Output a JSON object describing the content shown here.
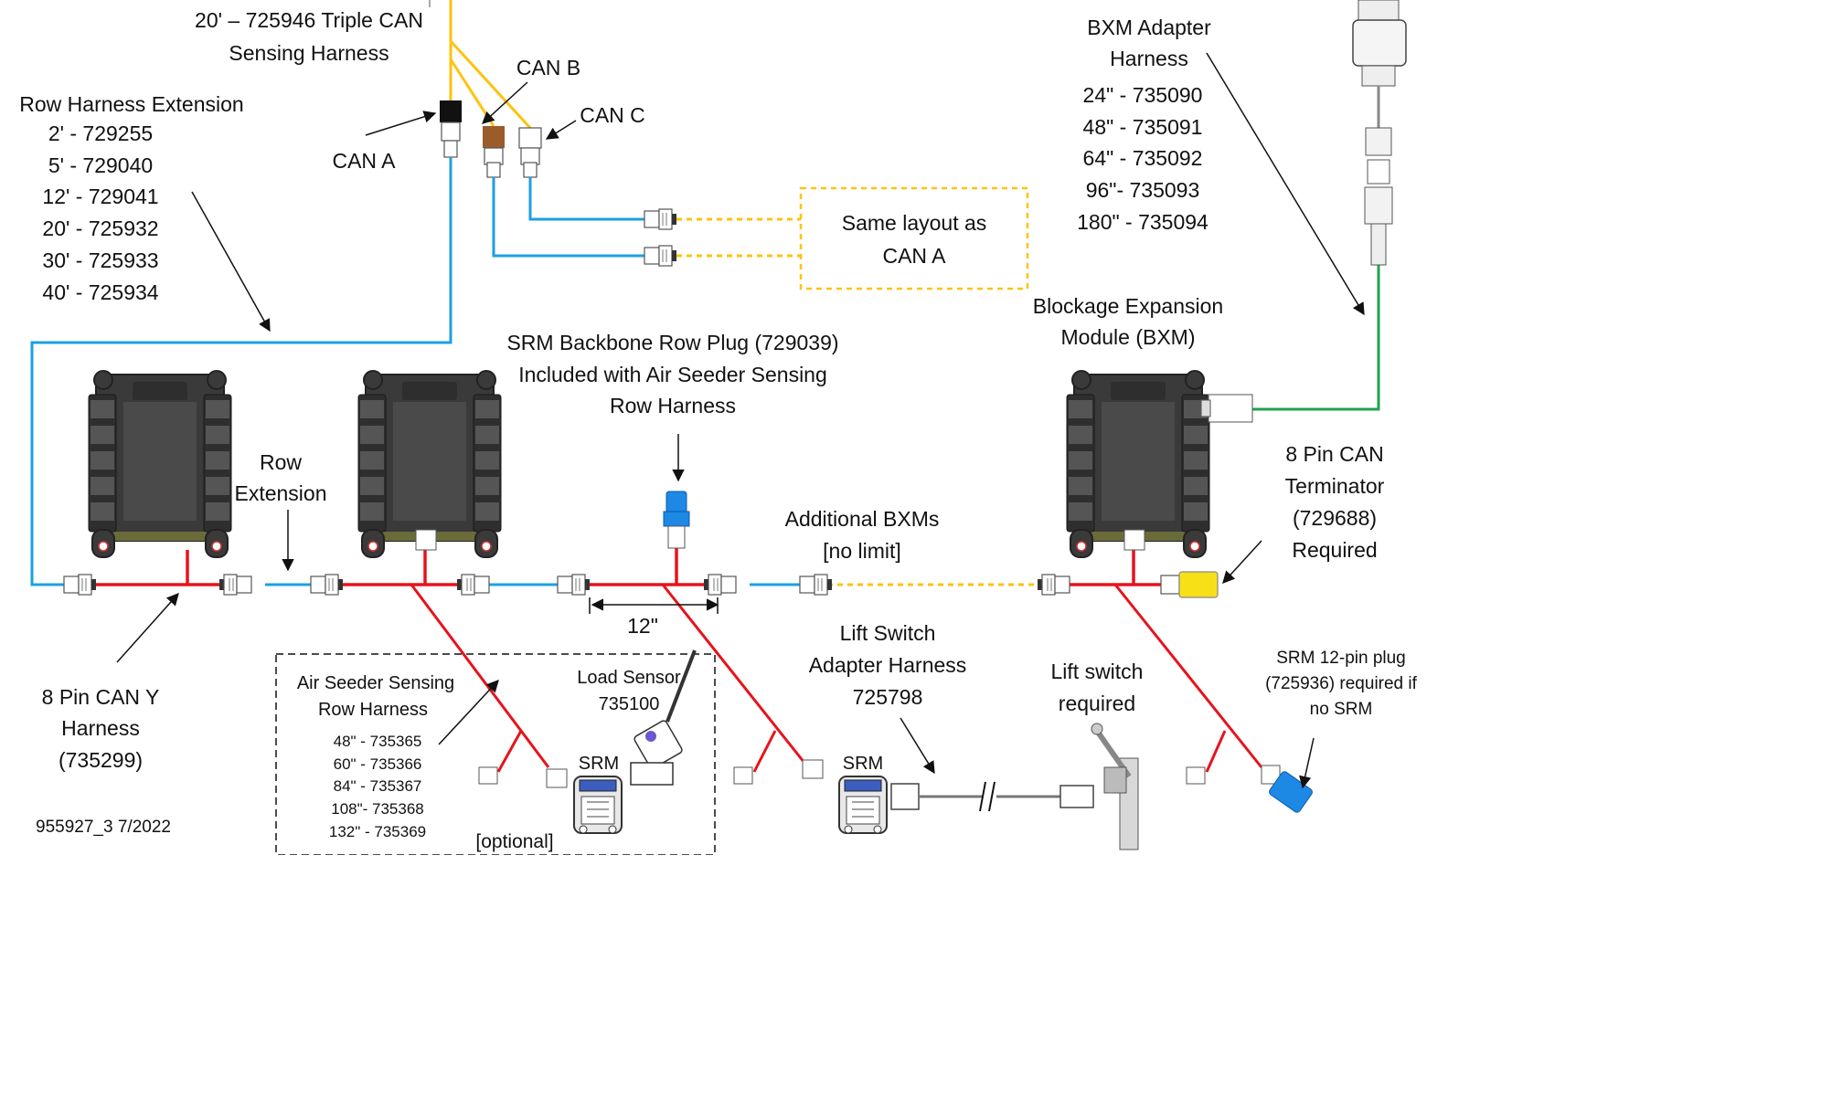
{
  "colors": {
    "can_yellow": "#FFC20E",
    "row_blue": "#1BA1E2",
    "can_red": "#E8121B",
    "bxm_green": "#1FA34A",
    "plug_blue": "#1E88E5",
    "terminator_yellow": "#F7E017",
    "module_dark": "#3A3A3A"
  },
  "labels": {
    "triple_can_l1": "20' – 725946 Triple CAN",
    "triple_can_l2": "Sensing Harness",
    "can_a": "CAN A",
    "can_b": "CAN B",
    "can_c": "CAN C",
    "same_layout_l1": "Same layout as",
    "same_layout_l2": "CAN A",
    "row_ext_title": "Row Harness Extension",
    "row_ext_items": [
      "2' - 729255",
      "5' - 729040",
      "12' - 729041",
      "20' - 725932",
      "30' - 725933",
      "40' - 725934"
    ],
    "bxm_adapter_l1": "BXM Adapter",
    "bxm_adapter_l2": "Harness",
    "bxm_adapter_items": [
      "24\" - 735090",
      "48\" - 735091",
      "64\" - 735092",
      "96\"- 735093",
      "180\" - 735094"
    ],
    "bxm_module_l1": "Blockage Expansion",
    "bxm_module_l2": "Module (BXM)",
    "srm_plug_l1": "SRM Backbone Row Plug (729039)",
    "srm_plug_l2": "Included with Air Seeder Sensing",
    "srm_plug_l3": "Row Harness",
    "row_extension_l1": "Row",
    "row_extension_l2": "Extension",
    "additional_l1": "Additional BXMs",
    "additional_l2": "[no limit]",
    "terminator_l1": "8 Pin CAN",
    "terminator_l2": "Terminator",
    "terminator_l3": "(729688)",
    "terminator_l4": "Required",
    "dim_12": "12\"",
    "y_harness_l1": "8 Pin CAN Y",
    "y_harness_l2": "Harness",
    "y_harness_l3": "(735299)",
    "air_seeder_l1": "Air Seeder Sensing",
    "air_seeder_l2": "Row Harness",
    "air_seeder_items": [
      "48\" - 735365",
      "60\" - 735366",
      "84\" - 735367",
      "108\"- 735368",
      "132\" - 735369"
    ],
    "load_sensor_l1": "Load Sensor",
    "load_sensor_l2": "735100",
    "srm_1": "SRM",
    "optional": "[optional]",
    "lift_adapter_l1": "Lift Switch",
    "lift_adapter_l2": "Adapter Harness",
    "lift_adapter_l3": "725798",
    "srm_2": "SRM",
    "lift_switch_l1": "Lift switch",
    "lift_switch_l2": "required",
    "srm12_l1": "SRM 12-pin plug",
    "srm12_l2": "(725936) required if",
    "srm12_l3": "no SRM",
    "doc_id": "955927_3 7/2022"
  }
}
